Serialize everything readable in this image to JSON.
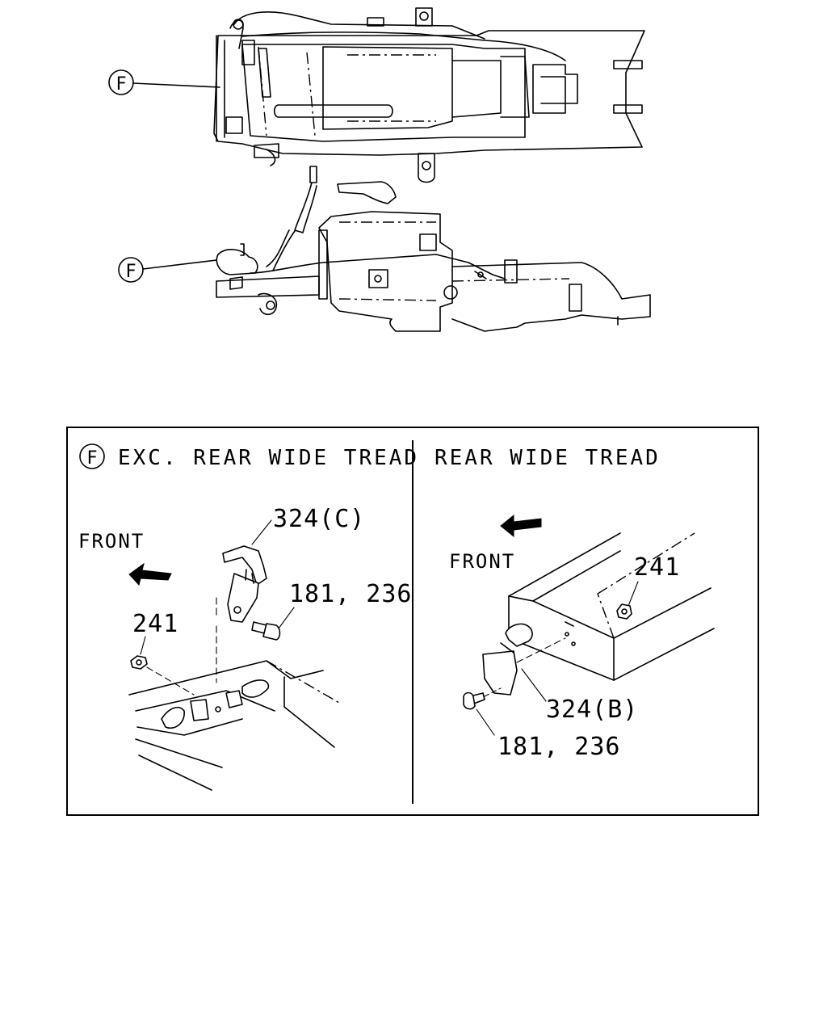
{
  "overview": {
    "callout_top": "F",
    "callout_bottom": "F"
  },
  "detail_box": {
    "left_panel": {
      "callout": "F",
      "title": "EXC. REAR WIDE TREAD",
      "front_label": "FRONT",
      "part_clip": "324(C)",
      "part_bolt": "181, 236",
      "part_nut": "241"
    },
    "right_panel": {
      "title": "REAR WIDE TREAD",
      "front_label": "FRONT",
      "part_nut": "241",
      "part_clip": "324(B)",
      "part_bolt": "181, 236"
    }
  }
}
